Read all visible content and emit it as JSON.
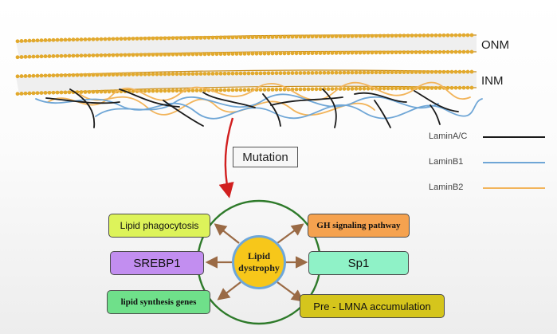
{
  "membranes": [
    {
      "label": "ONM"
    },
    {
      "label": "INM"
    }
  ],
  "legend": [
    {
      "label": "LaminA/C",
      "color": "#1a1a1a"
    },
    {
      "label": "LaminB1",
      "color": "#6fa6d6"
    },
    {
      "label": "LaminB2",
      "color": "#f2b45a"
    }
  ],
  "mutation": {
    "label": "Mutation"
  },
  "center": {
    "line1": "Lipid",
    "line2": "dystrophy"
  },
  "effects": {
    "lipid_phagocytosis": {
      "label": "Lipid phagocytosis",
      "color": "#ddf35a"
    },
    "srebp1": {
      "label": "SREBP1",
      "color": "#c28ef0"
    },
    "lipid_synthesis": {
      "label": "lipid synthesis genes",
      "color": "#6fe08a"
    },
    "gh_signaling": {
      "label": "GH signaling pathway",
      "color": "#f5a24f"
    },
    "sp1": {
      "label": "Sp1",
      "color": "#8ff2c7"
    },
    "pre_lmna": {
      "label": "Pre - LMNA accumulation",
      "color": "#d5c51c"
    }
  },
  "colors": {
    "lipid_head": "#e2a92c",
    "arrow_red": "#d11f1f",
    "arrow_brown": "#9a6a45",
    "ring_green": "#2e7a2a"
  }
}
